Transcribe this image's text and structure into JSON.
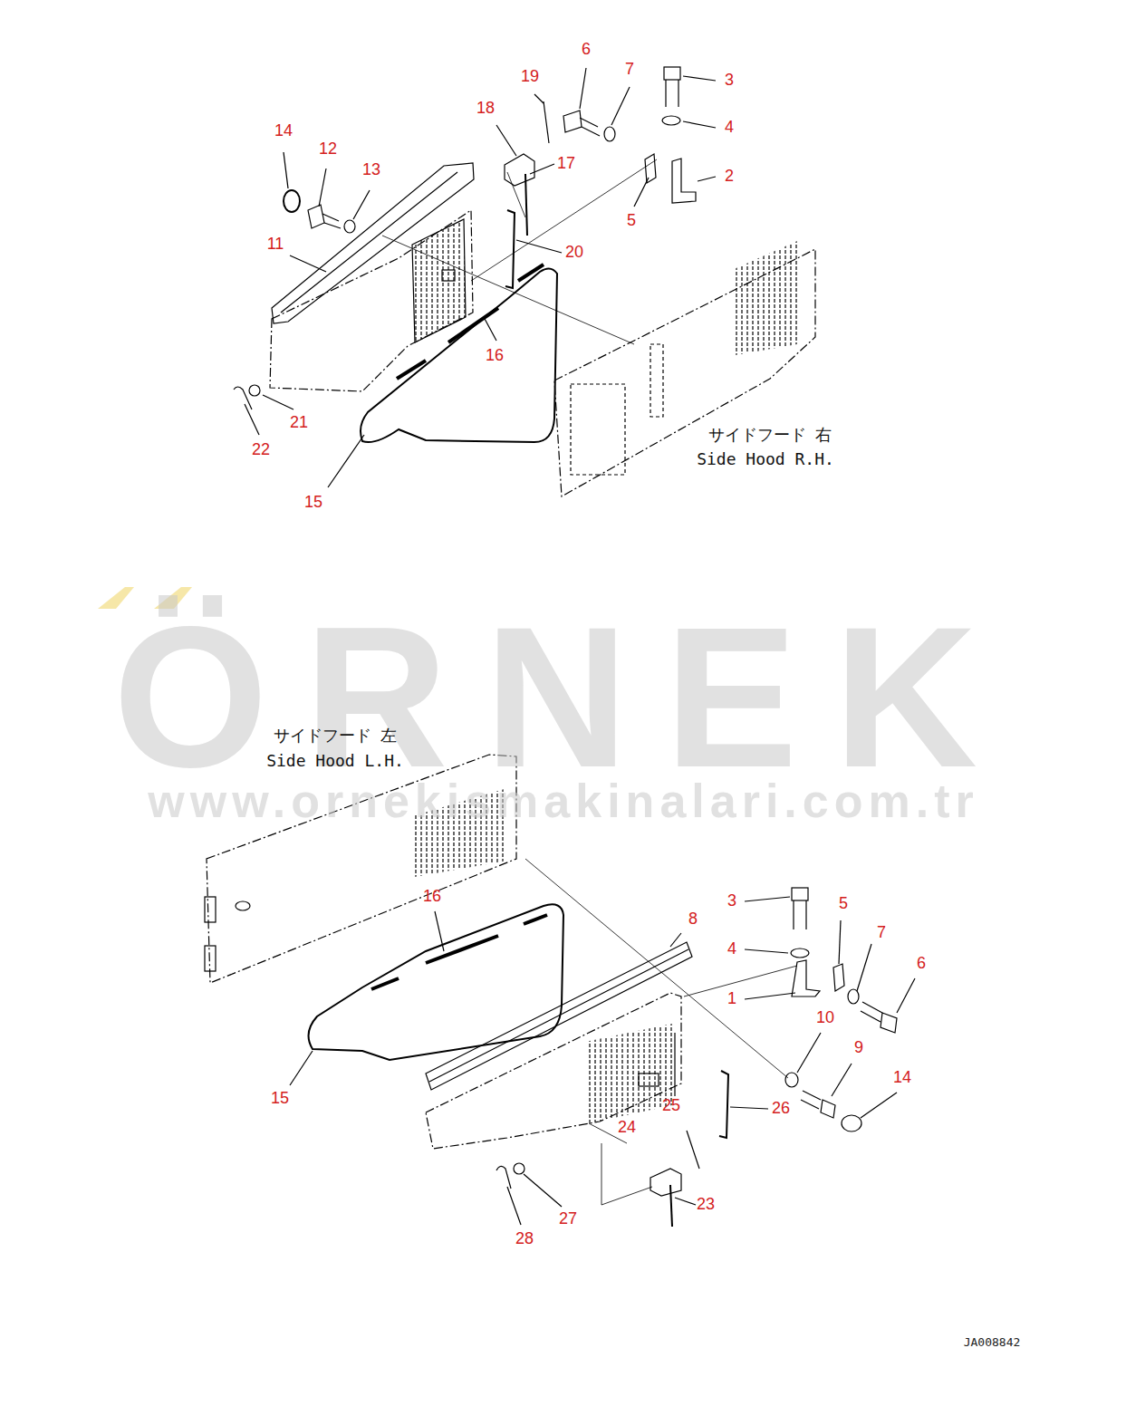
{
  "diagram": {
    "labels": [
      "14",
      "12",
      "13",
      "11",
      "18",
      "19",
      "6",
      "7",
      "3",
      "4",
      "17",
      "2",
      "5",
      "20",
      "16",
      "21",
      "22",
      "15",
      "サイドフード 右",
      "Side Hood R.H.",
      "ÖRNEK",
      "www.ornekismakinalari.com.tr",
      "サイドフード 左",
      "Side Hood L.H.",
      "16",
      "3",
      "5",
      "8",
      "4",
      "7",
      "6",
      "1",
      "10",
      "9",
      "14",
      "15",
      "26",
      "25",
      "24",
      "23",
      "27",
      "28",
      "JA008842"
    ]
  }
}
